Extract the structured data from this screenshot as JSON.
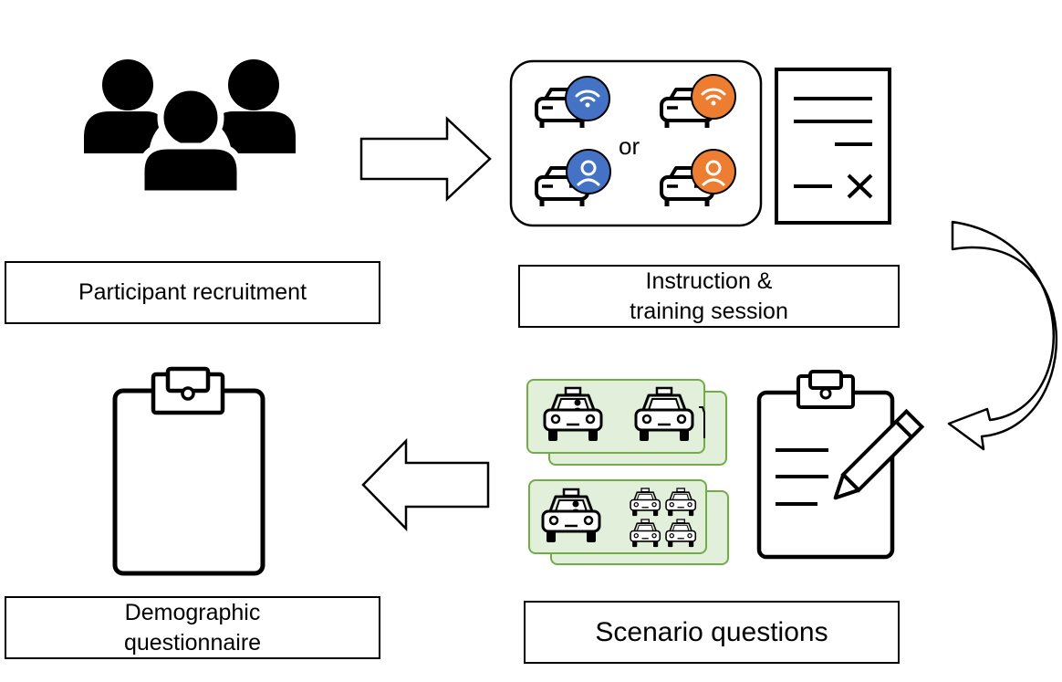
{
  "steps": {
    "recruitment": {
      "label": "Participant recruitment"
    },
    "instruction": {
      "line1": "Instruction &",
      "line2": "training session"
    },
    "scenario": {
      "label": "Scenario questions"
    },
    "demographic": {
      "line1": "Demographic",
      "line2": "questionnaire"
    }
  },
  "vehicle_options": {
    "separator": "or"
  },
  "icons": {
    "group": "people-group-icon",
    "consent": "signature-document-icon",
    "questionnaire": "clipboard-pencil-icon",
    "blank_clipboard": "clipboard-icon",
    "car": "car-icon",
    "taxi": "taxi-icon",
    "wifi": "wifi-icon",
    "person": "person-icon"
  },
  "colors": {
    "blue_badge": "#4472C4",
    "orange_badge": "#ED7D31",
    "scenario_card_fill": "#E2EFDA",
    "scenario_card_border": "#70AD47"
  }
}
